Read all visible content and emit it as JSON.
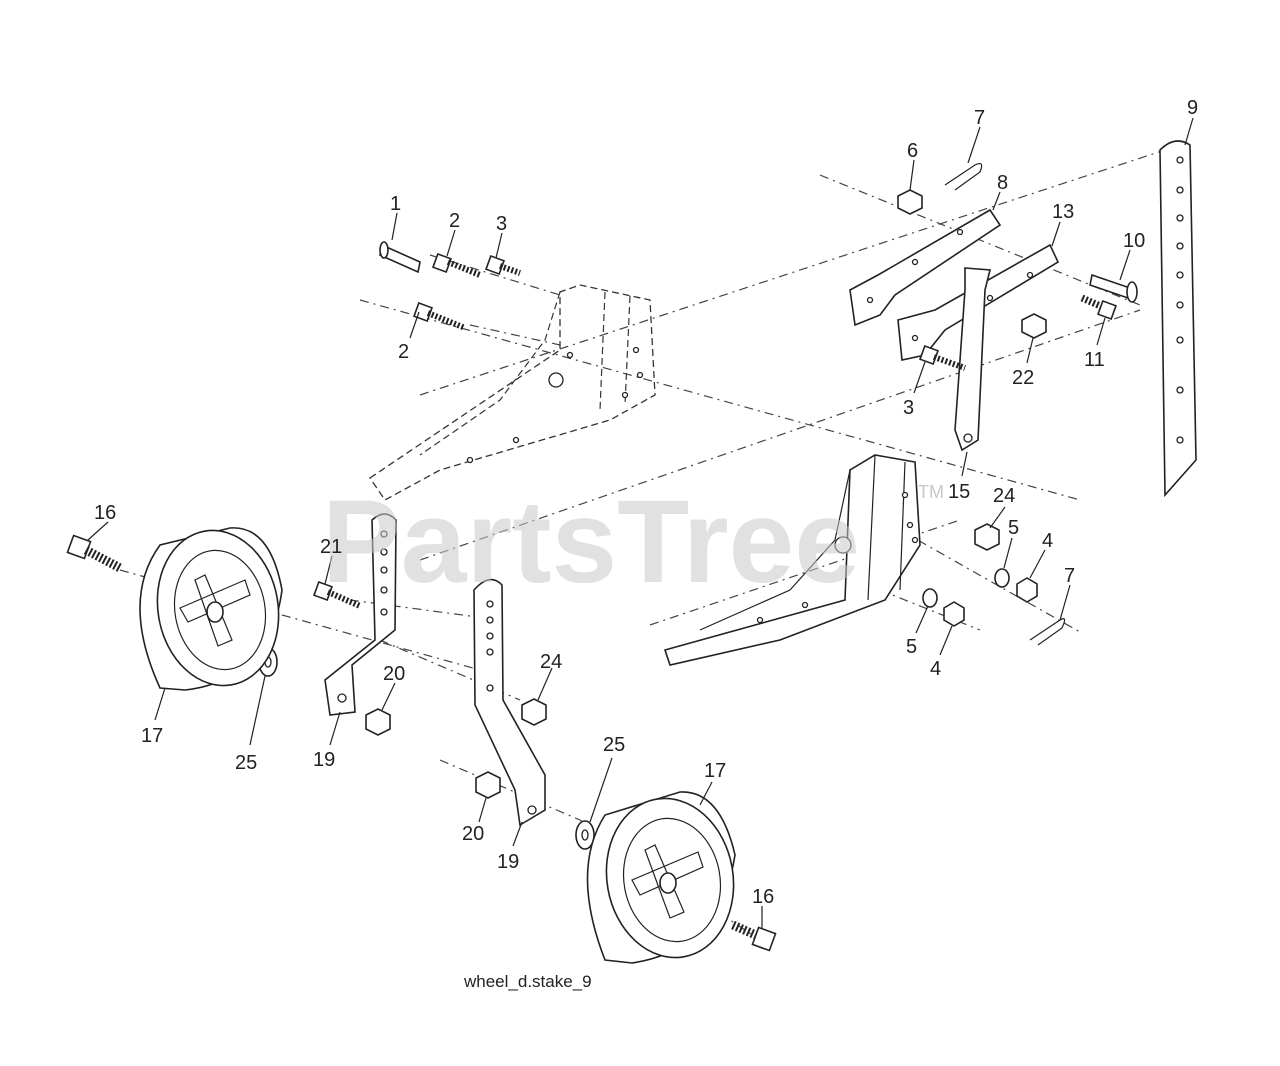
{
  "diagram": {
    "caption": "wheel_d.stake_9",
    "watermark": "PartsTree",
    "watermark_mark": "TM",
    "labels": [
      {
        "id": "l1",
        "text": "1"
      },
      {
        "id": "l2a",
        "text": "2"
      },
      {
        "id": "l3a",
        "text": "3"
      },
      {
        "id": "l2b",
        "text": "2"
      },
      {
        "id": "l6",
        "text": "6"
      },
      {
        "id": "l7a",
        "text": "7"
      },
      {
        "id": "l8",
        "text": "8"
      },
      {
        "id": "l9",
        "text": "9"
      },
      {
        "id": "l13",
        "text": "13"
      },
      {
        "id": "l10",
        "text": "10"
      },
      {
        "id": "l11",
        "text": "11"
      },
      {
        "id": "l22",
        "text": "22"
      },
      {
        "id": "l3b",
        "text": "3"
      },
      {
        "id": "l15",
        "text": "15"
      },
      {
        "id": "l24a",
        "text": "24"
      },
      {
        "id": "l5a",
        "text": "5"
      },
      {
        "id": "l4a",
        "text": "4"
      },
      {
        "id": "l7b",
        "text": "7"
      },
      {
        "id": "l5b",
        "text": "5"
      },
      {
        "id": "l4b",
        "text": "4"
      },
      {
        "id": "l16a",
        "text": "16"
      },
      {
        "id": "l21",
        "text": "21"
      },
      {
        "id": "l17a",
        "text": "17"
      },
      {
        "id": "l25a",
        "text": "25"
      },
      {
        "id": "l19a",
        "text": "19"
      },
      {
        "id": "l20a",
        "text": "20"
      },
      {
        "id": "l24b",
        "text": "24"
      },
      {
        "id": "l25b",
        "text": "25"
      },
      {
        "id": "l17b",
        "text": "17"
      },
      {
        "id": "l20b",
        "text": "20"
      },
      {
        "id": "l19b",
        "text": "19"
      },
      {
        "id": "l16b",
        "text": "16"
      }
    ]
  }
}
